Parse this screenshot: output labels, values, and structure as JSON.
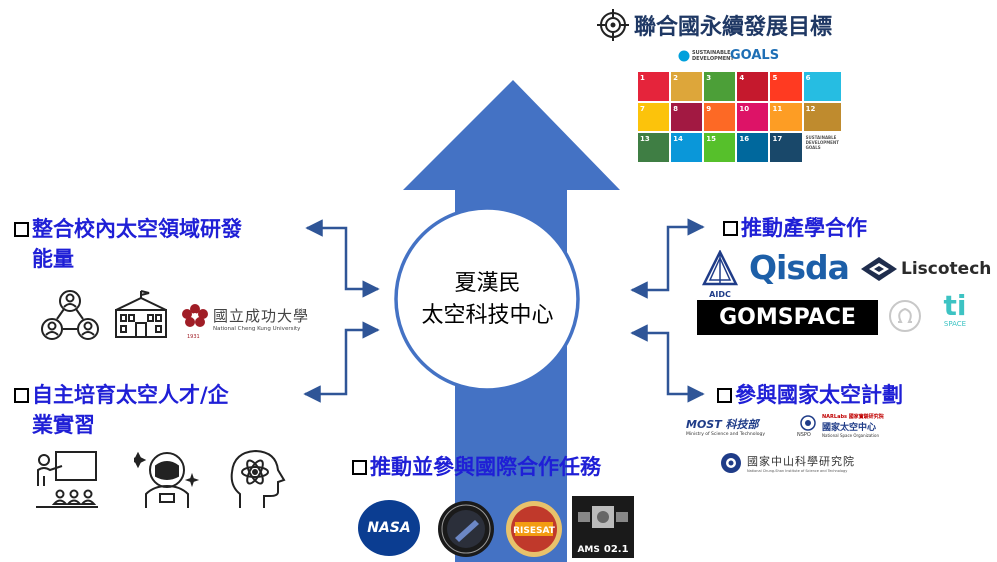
{
  "center": {
    "line1": "夏漢民",
    "line2": "太空科技中心"
  },
  "sdg": {
    "title": "聯合國永續發展目標",
    "logo_small": "SUSTAINABLE DEVELOPMENT",
    "logo_big": "GOALS",
    "tiles": [
      {
        "n": "1",
        "c": "#e5243b"
      },
      {
        "n": "2",
        "c": "#dda63a"
      },
      {
        "n": "3",
        "c": "#4c9f38"
      },
      {
        "n": "4",
        "c": "#c5192d"
      },
      {
        "n": "5",
        "c": "#ff3a21"
      },
      {
        "n": "6",
        "c": "#26bde2"
      },
      {
        "n": "7",
        "c": "#fcc30b"
      },
      {
        "n": "8",
        "c": "#a21942"
      },
      {
        "n": "9",
        "c": "#fd6925"
      },
      {
        "n": "10",
        "c": "#dd1367"
      },
      {
        "n": "11",
        "c": "#fd9d24"
      },
      {
        "n": "12",
        "c": "#bf8b2e"
      },
      {
        "n": "13",
        "c": "#3f7e44"
      },
      {
        "n": "14",
        "c": "#0a97d9"
      },
      {
        "n": "15",
        "c": "#56c02b"
      },
      {
        "n": "16",
        "c": "#00689d"
      },
      {
        "n": "17",
        "c": "#19486a"
      },
      {
        "n": "",
        "c": "#ffffff"
      }
    ],
    "corner_label": "SUSTAINABLE DEVELOPMENT GOALS"
  },
  "left_top": {
    "title_line1": "整合校內太空領域研發",
    "title_line2": "能量",
    "ncku_cn": "國立成功大學",
    "ncku_en": "National Cheng Kung University",
    "ncku_year": "1931"
  },
  "left_bottom": {
    "title_line1": "自主培育太空人才/企",
    "title_line2": "業實習"
  },
  "right_top": {
    "title": "推動產學合作",
    "aidc": "AIDC",
    "qisda": "Qisda",
    "liscotech": "Liscotech",
    "gom": "GOMSPACE",
    "ti": "ti",
    "ti_sub": "SPACE"
  },
  "right_bottom": {
    "title": "參與國家太空計劃",
    "most": "MOST 科技部",
    "most_sub": "Ministry of Science and Technology",
    "nspo_small": "NSPO",
    "nar": "NARLabs 國家實驗研究院",
    "nspo_cn": "國家太空中心",
    "nspo_en": "National Space Organization",
    "ncsist_cn": "國家中山科學研究院",
    "ncsist_en": "National Chung-Shan Institute of Science and Technology"
  },
  "bottom": {
    "title": "推動並參與國際合作任務",
    "nasa": "NASA",
    "risesat": "RISESAT",
    "ams": "AMS",
    "ams_num": "02.1"
  }
}
